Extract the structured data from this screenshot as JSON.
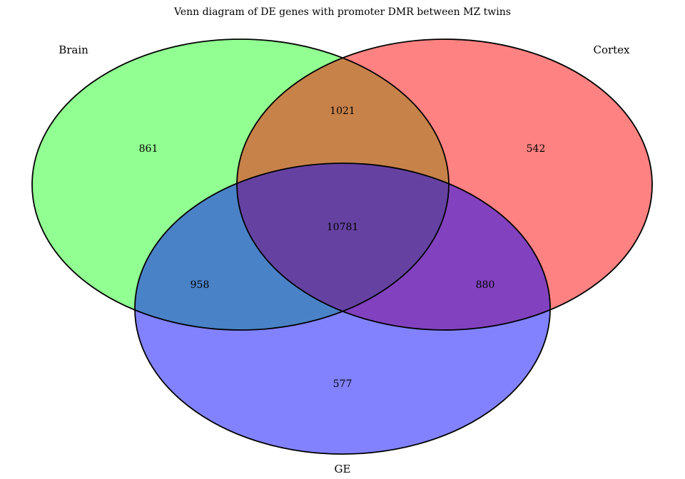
{
  "title": "Venn diagram of DE genes with promoter DMR between MZ twins",
  "sets": [
    {
      "name": "Brain",
      "color": "#00ff00"
    },
    {
      "name": "Cortex",
      "color": "#ff0000"
    },
    {
      "name": "GE",
      "color": "#0000ff"
    }
  ],
  "regions": {
    "brain_only": "861",
    "cortex_only": "542",
    "ge_only": "577",
    "brain_cortex": "1021",
    "brain_ge": "958",
    "cortex_ge": "880",
    "all_three": "10781"
  },
  "chart_data": {
    "type": "venn",
    "title": "Venn diagram of DE genes with promoter DMR between MZ twins",
    "sets": [
      "Brain",
      "Cortex",
      "GE"
    ],
    "values": {
      "Brain": 861,
      "Cortex": 542,
      "GE": 577,
      "Brain&Cortex": 1021,
      "Brain&GE": 958,
      "Cortex&GE": 880,
      "Brain&Cortex&GE": 10781
    }
  }
}
